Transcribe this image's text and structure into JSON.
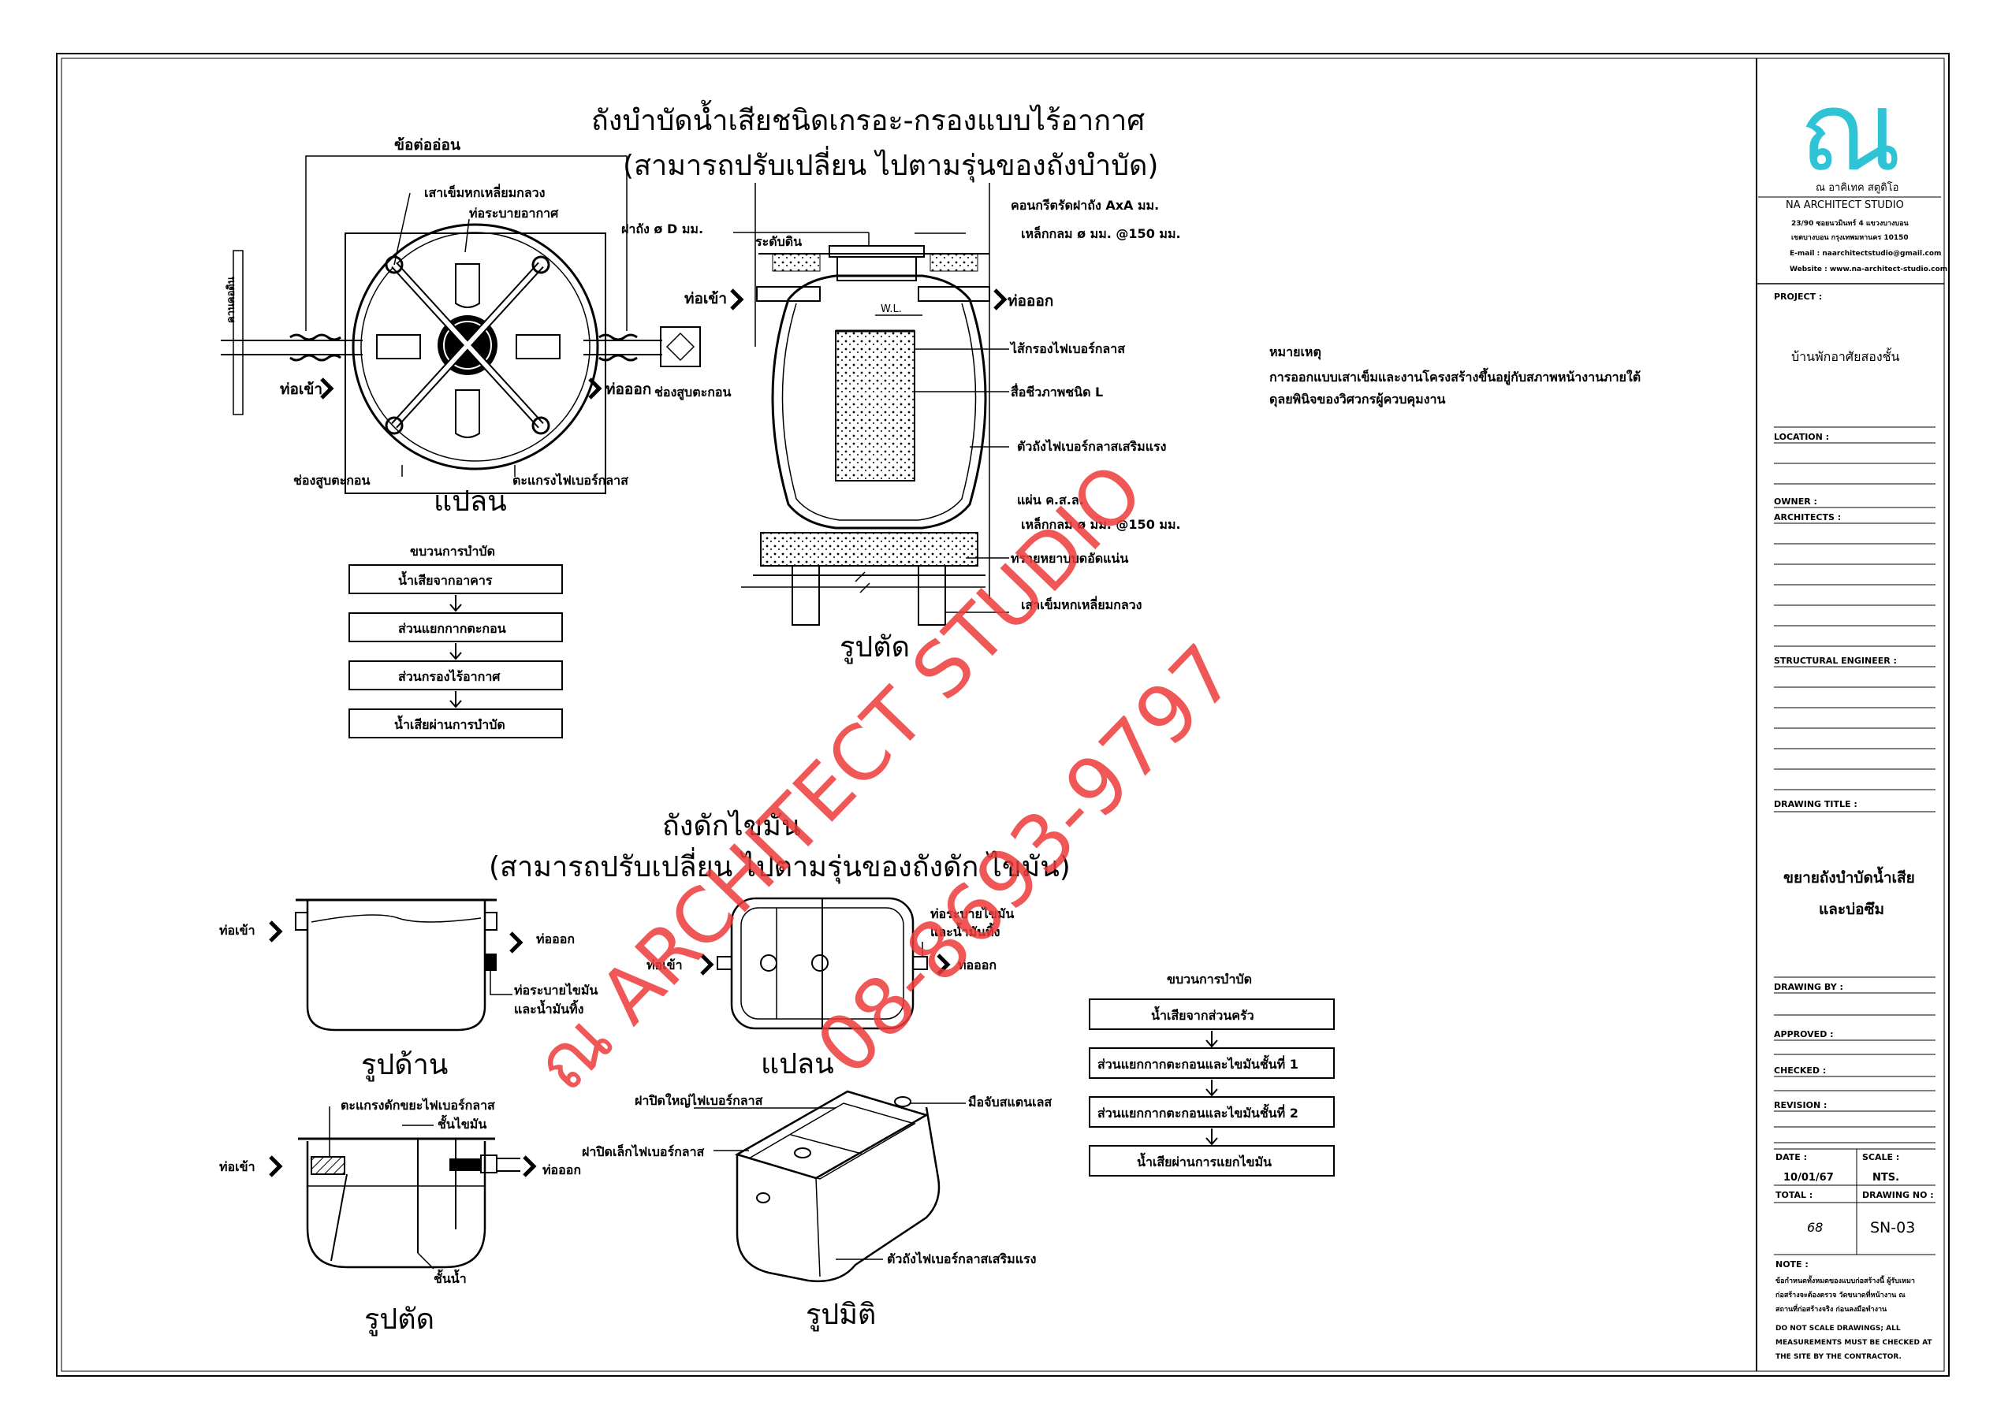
{
  "septic": {
    "title": "ถังบำบัดน้ำเสียชนิดเกรอะ-กรองแบบไร้อากาศ",
    "subtitle": "(สามารถปรับเปลี่ยน ไปตามรุ่นของถังบำบัด)",
    "plan": {
      "joint": "ข้อต่ออ่อน",
      "pile": "เสาเข็มหกเหลี่ยมกลวง",
      "vent": "ท่อระบายอากาศ",
      "boundary": "คานคอดิน",
      "inlet": "ท่อเข้า",
      "outlet": "ท่อออก",
      "inspect": "ช่องสูบตะกอน",
      "grid": "ตะแกรงไฟเบอร์กลาส",
      "caption": "แปลน"
    },
    "process": {
      "title": "ขบวนการบำบัด",
      "steps": [
        "น้ำเสียจากอาคาร",
        "ส่วนแยกกากตะกอน",
        "ส่วนกรองไร้อากาศ",
        "น้ำเสียผ่านการบำบัด"
      ]
    },
    "section": {
      "lid": "ฝาถัง ø D มม.",
      "ground": "ระดับดิน",
      "concrete": "คอนกรีตรัดฝาถัง AxA มม.",
      "rebar_top": "เหล็กกลม ø มม. @150 มม.",
      "inlet": "ท่อเข้า",
      "outlet": "ท่อออก",
      "wl": "W.L.",
      "media_filter": "ไส้กรองไฟเบอร์กลาส",
      "media_type": "สื่อชีวภาพชนิด L",
      "body": "ตัวถังไฟเบอร์กลาสเสริมแรง",
      "slab": "แผ่น ค.ส.ล.",
      "rebar_bottom": "เหล็กกลม ø มม. @150 มม.",
      "sand": "ทรายหยาบบดอัดแน่น",
      "pile": "เสาเข็มหกเหลี่ยมกลวง",
      "inspect": "ช่องสูบตะกอน",
      "caption": "รูปตัด"
    },
    "note": {
      "title": "หมายเหตุ",
      "line1": "การออกแบบเสาเข็มและงานโครงสร้างขึ้นอยู่กับสภาพหน้างานภายใต้",
      "line2": "ดุลยพินิจของวิศวกรผู้ควบคุมงาน"
    }
  },
  "grease": {
    "title": "ถังดักไขมัน",
    "subtitle": "(สามารถปรับเปลี่ยน ไปตามรุ่นของถังดัก ไขมัน)",
    "side": {
      "inlet": "ท่อเข้า",
      "outlet": "ท่อออก",
      "drain": "ท่อระบายไขมัน",
      "drain2": "และน้ำมันทิ้ง",
      "caption": "รูปด้าน"
    },
    "plan": {
      "inlet": "ท่อเข้า",
      "outlet": "ท่อออก",
      "drain": "ท่อระบายไขมัน",
      "drain2": "และน้ำมันทิ้ง",
      "caption": "แปลน"
    },
    "section": {
      "screen": "ตะแกรงดักขยะไฟเบอร์กลาส",
      "fat": "ชั้นไขมัน",
      "inlet": "ท่อเข้า",
      "outlet": "ท่อออก",
      "water": "ชั้นน้ำ",
      "caption": "รูปตัด"
    },
    "iso": {
      "big_lid": "ฝาปิดใหญ่ไฟเบอร์กลาส",
      "small_lid": "ฝาปิดเล็กไฟเบอร์กลาส",
      "handle": "มือจับสแตนเลส",
      "body": "ตัวถังไฟเบอร์กลาสเสริมแรง",
      "caption": "รูปมิติ"
    },
    "process": {
      "title": "ขบวนการบำบัด",
      "steps": [
        "น้ำเสียจากส่วนครัว",
        "ส่วนแยกกากตะกอนและไขมันชั้นที่ 1",
        "ส่วนแยกกากตะกอนและไขมันชั้นที่ 2",
        "น้ำเสียผ่านการแยกไขมัน"
      ]
    }
  },
  "watermark": {
    "line1": "ณ ARCHITECT STUDIO",
    "line2": "08-8693-9797"
  },
  "titleblock": {
    "logo": "ณ",
    "studio_th": "ณ อาคิเทค สตูดิโอ",
    "studio_en": "NA ARCHITECT STUDIO",
    "addr1": "23/90 ซอยนวมินทร์ 4 แขวงบางบอน",
    "addr2": "เขตบางบอน กรุงเทพมหานคร 10150",
    "email": "E-mail : naarchitectstudio@gmail.com",
    "website": "Website : www.na-architect-studio.com",
    "project_label": "PROJECT :",
    "project": "บ้านพักอาศัยสองชั้น",
    "location_label": "LOCATION :",
    "owner_label": "OWNER :",
    "architects_label": "ARCHITECTS :",
    "structural_label": "STRUCTURAL ENGINEER :",
    "drawing_title_label": "DRAWING TITLE :",
    "drawing_title1": "ขยายถังบำบัดน้ำเสีย",
    "drawing_title2": "และบ่อซึม",
    "drawn_label": "DRAWING BY :",
    "approved_label": "APPROVED :",
    "checked_label": "CHECKED :",
    "revision_label": "REVISION :",
    "date_label": "DATE :",
    "scale_label": "SCALE :",
    "date": "10/01/67",
    "scale": "NTS.",
    "total_label": "TOTAL :",
    "drawing_no_label": "DRAWING NO :",
    "total": "68",
    "drawing_no": "SN-03",
    "note_label": "NOTE :",
    "note1": "ข้อกำหนดทั้งหมดของแบบก่อสร้างนี้ ผู้รับเหมา",
    "note2": "ก่อสร้างจะต้องตรวจ วัดขนาดที่หน้างาน ณ",
    "note3": "สถานที่ก่อสร้างจริง ก่อนลงมือทำงาน",
    "note4": "DO NOT SCALE DRAWINGS; ALL",
    "note5": "MEASUREMENTS MUST BE CHECKED AT",
    "note6": "THE SITE BY THE CONTRACTOR."
  },
  "colors": {
    "logo": "#2ec4d6",
    "watermark": "#ee3b3b",
    "line": "#000000"
  }
}
